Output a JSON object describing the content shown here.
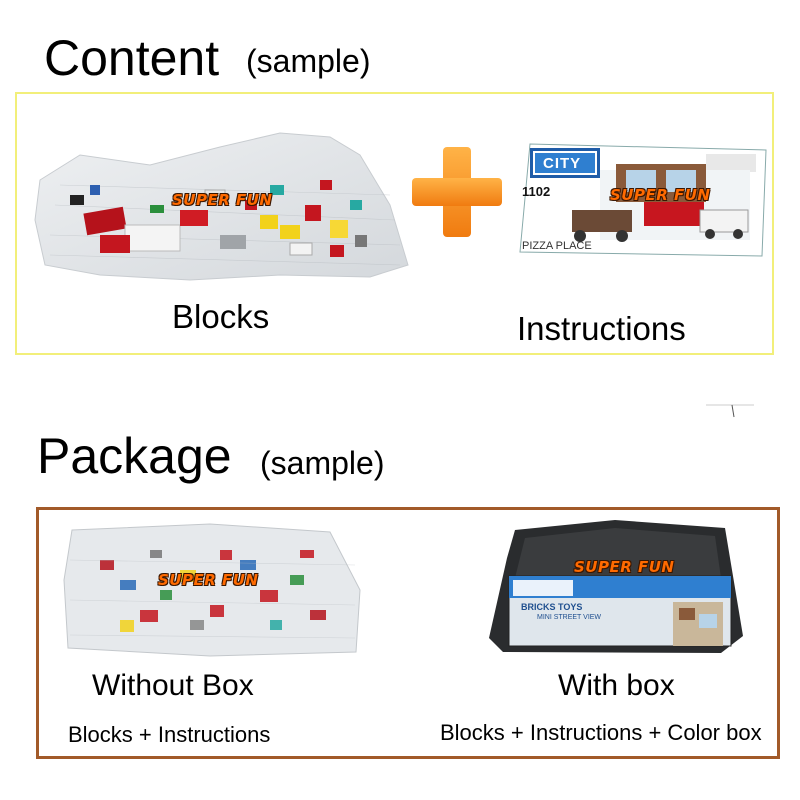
{
  "content_section": {
    "heading": "Content",
    "heading_note": "(sample)",
    "items": {
      "blocks_label": "Blocks",
      "instructions_label": "Instructions"
    }
  },
  "package_section": {
    "heading": "Package",
    "heading_note": "(sample)",
    "items": {
      "without_box_label": "Without Box",
      "without_box_detail": "Blocks + Instructions",
      "with_box_label": "With box",
      "with_box_detail": "Blocks + Instructions + Color box"
    }
  },
  "brand_watermark": "SUPER FUN",
  "instruction_booklet": {
    "series": "CITY",
    "model_number": "1102",
    "model_name": "PIZZA PLACE"
  },
  "color_box": {
    "brand": "BRICKS TOYS",
    "series": "MINI STREET VIEW"
  },
  "colors": {
    "content_frame": "#f2ef7a",
    "package_frame": "#a25a29",
    "plus_sign": "#f7941d",
    "watermark": "#ff6a00"
  }
}
